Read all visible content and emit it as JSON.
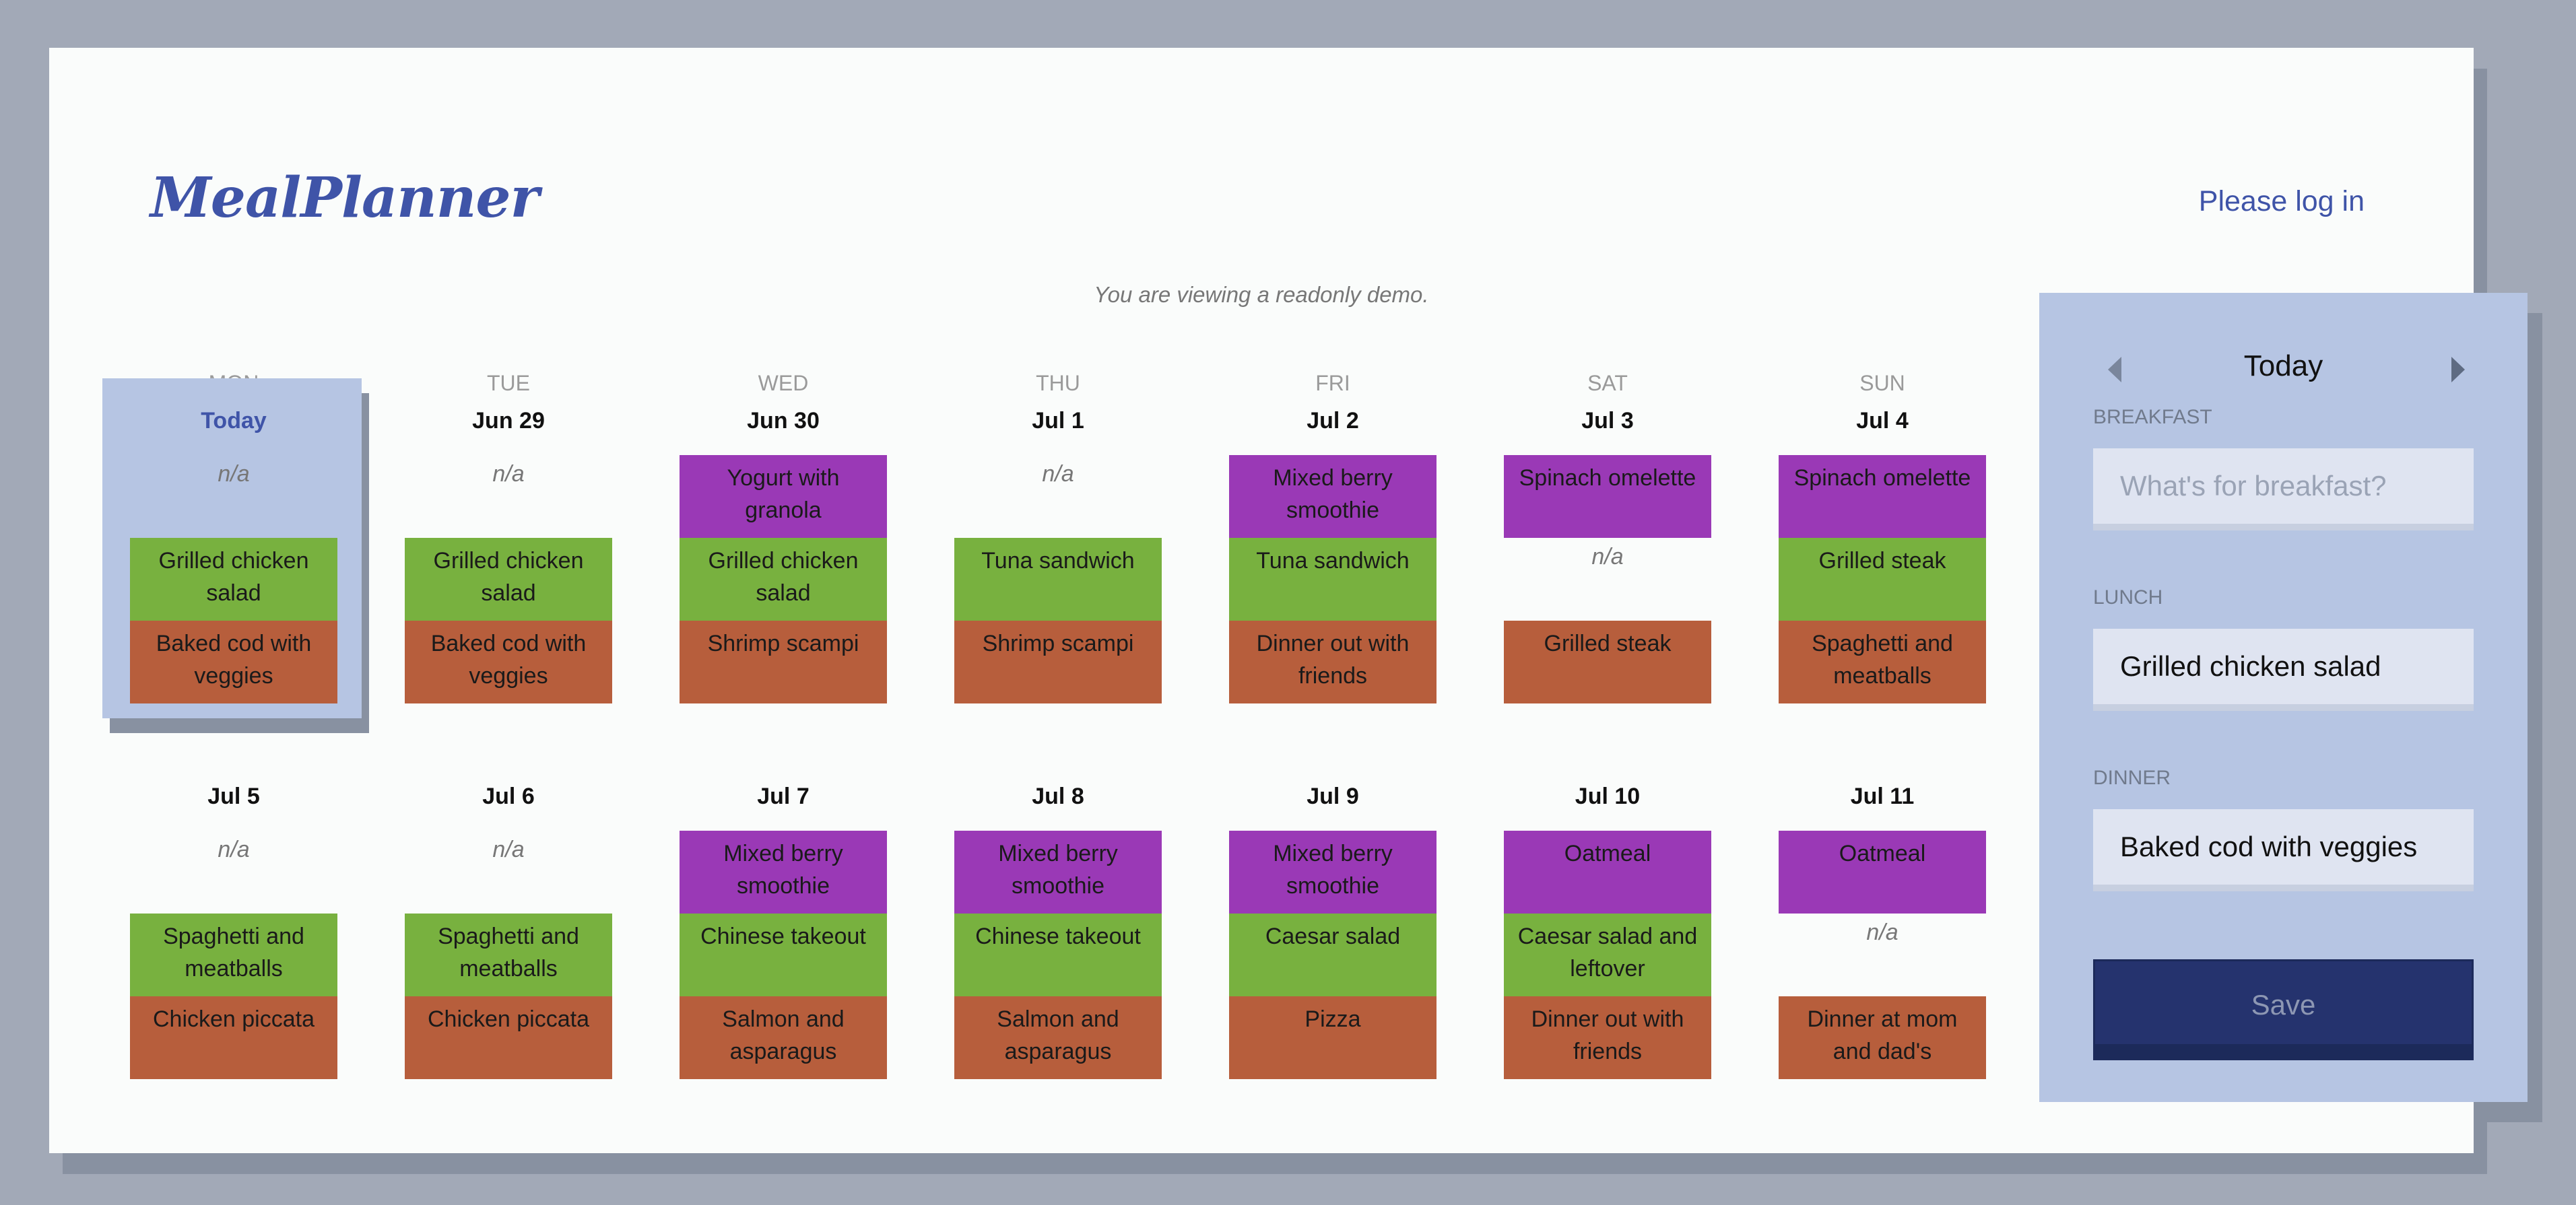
{
  "header": {
    "logo": "MealPlanner",
    "login_link": "Please log in"
  },
  "demo_notice": "You are viewing a readonly demo.",
  "day_names": [
    "MON",
    "TUE",
    "WED",
    "THU",
    "FRI",
    "SAT",
    "SUN"
  ],
  "weeks": [
    [
      {
        "date": "Today",
        "breakfast": "n/a",
        "lunch": "Grilled chicken salad",
        "dinner": "Baked cod with veggies"
      },
      {
        "date": "Jun 29",
        "breakfast": "n/a",
        "lunch": "Grilled chicken salad",
        "dinner": "Baked cod with veggies"
      },
      {
        "date": "Jun 30",
        "breakfast": "Yogurt with granola",
        "lunch": "Grilled chicken salad",
        "dinner": "Shrimp scampi"
      },
      {
        "date": "Jul 1",
        "breakfast": "n/a",
        "lunch": "Tuna sandwich",
        "dinner": "Shrimp scampi"
      },
      {
        "date": "Jul 2",
        "breakfast": "Mixed berry smoothie",
        "lunch": "Tuna sandwich",
        "dinner": "Dinner out with friends"
      },
      {
        "date": "Jul 3",
        "breakfast": "Spinach omelette",
        "lunch": "n/a",
        "dinner": "Grilled steak"
      },
      {
        "date": "Jul 4",
        "breakfast": "Spinach omelette",
        "lunch": "Grilled steak",
        "dinner": "Spaghetti and meatballs"
      }
    ],
    [
      {
        "date": "Jul 5",
        "breakfast": "n/a",
        "lunch": "Spaghetti and meatballs",
        "dinner": "Chicken piccata"
      },
      {
        "date": "Jul 6",
        "breakfast": "n/a",
        "lunch": "Spaghetti and meatballs",
        "dinner": "Chicken piccata"
      },
      {
        "date": "Jul 7",
        "breakfast": "Mixed berry smoothie",
        "lunch": "Chinese takeout",
        "dinner": "Salmon and asparagus"
      },
      {
        "date": "Jul 8",
        "breakfast": "Mixed berry smoothie",
        "lunch": "Chinese takeout",
        "dinner": "Salmon and asparagus"
      },
      {
        "date": "Jul 9",
        "breakfast": "Mixed berry smoothie",
        "lunch": "Caesar salad",
        "dinner": "Pizza"
      },
      {
        "date": "Jul 10",
        "breakfast": "Oatmeal",
        "lunch": "Caesar salad and leftover",
        "dinner": "Dinner out with friends"
      },
      {
        "date": "Jul 11",
        "breakfast": "Oatmeal",
        "lunch": "n/a",
        "dinner": "Dinner at mom and dad's"
      }
    ]
  ],
  "panel": {
    "title": "Today",
    "breakfast_label": "BREAKFAST",
    "breakfast_value": "",
    "breakfast_placeholder": "What's for breakfast?",
    "lunch_label": "LUNCH",
    "lunch_value": "Grilled chicken salad",
    "dinner_label": "DINNER",
    "dinner_value": "Baked cod with veggies",
    "save_label": "Save"
  },
  "colors": {
    "breakfast": "#9a39b6",
    "lunch": "#78b13f",
    "dinner": "#b75e3c",
    "accent": "#3f54a8",
    "today_bg": "#b6c5e3"
  }
}
